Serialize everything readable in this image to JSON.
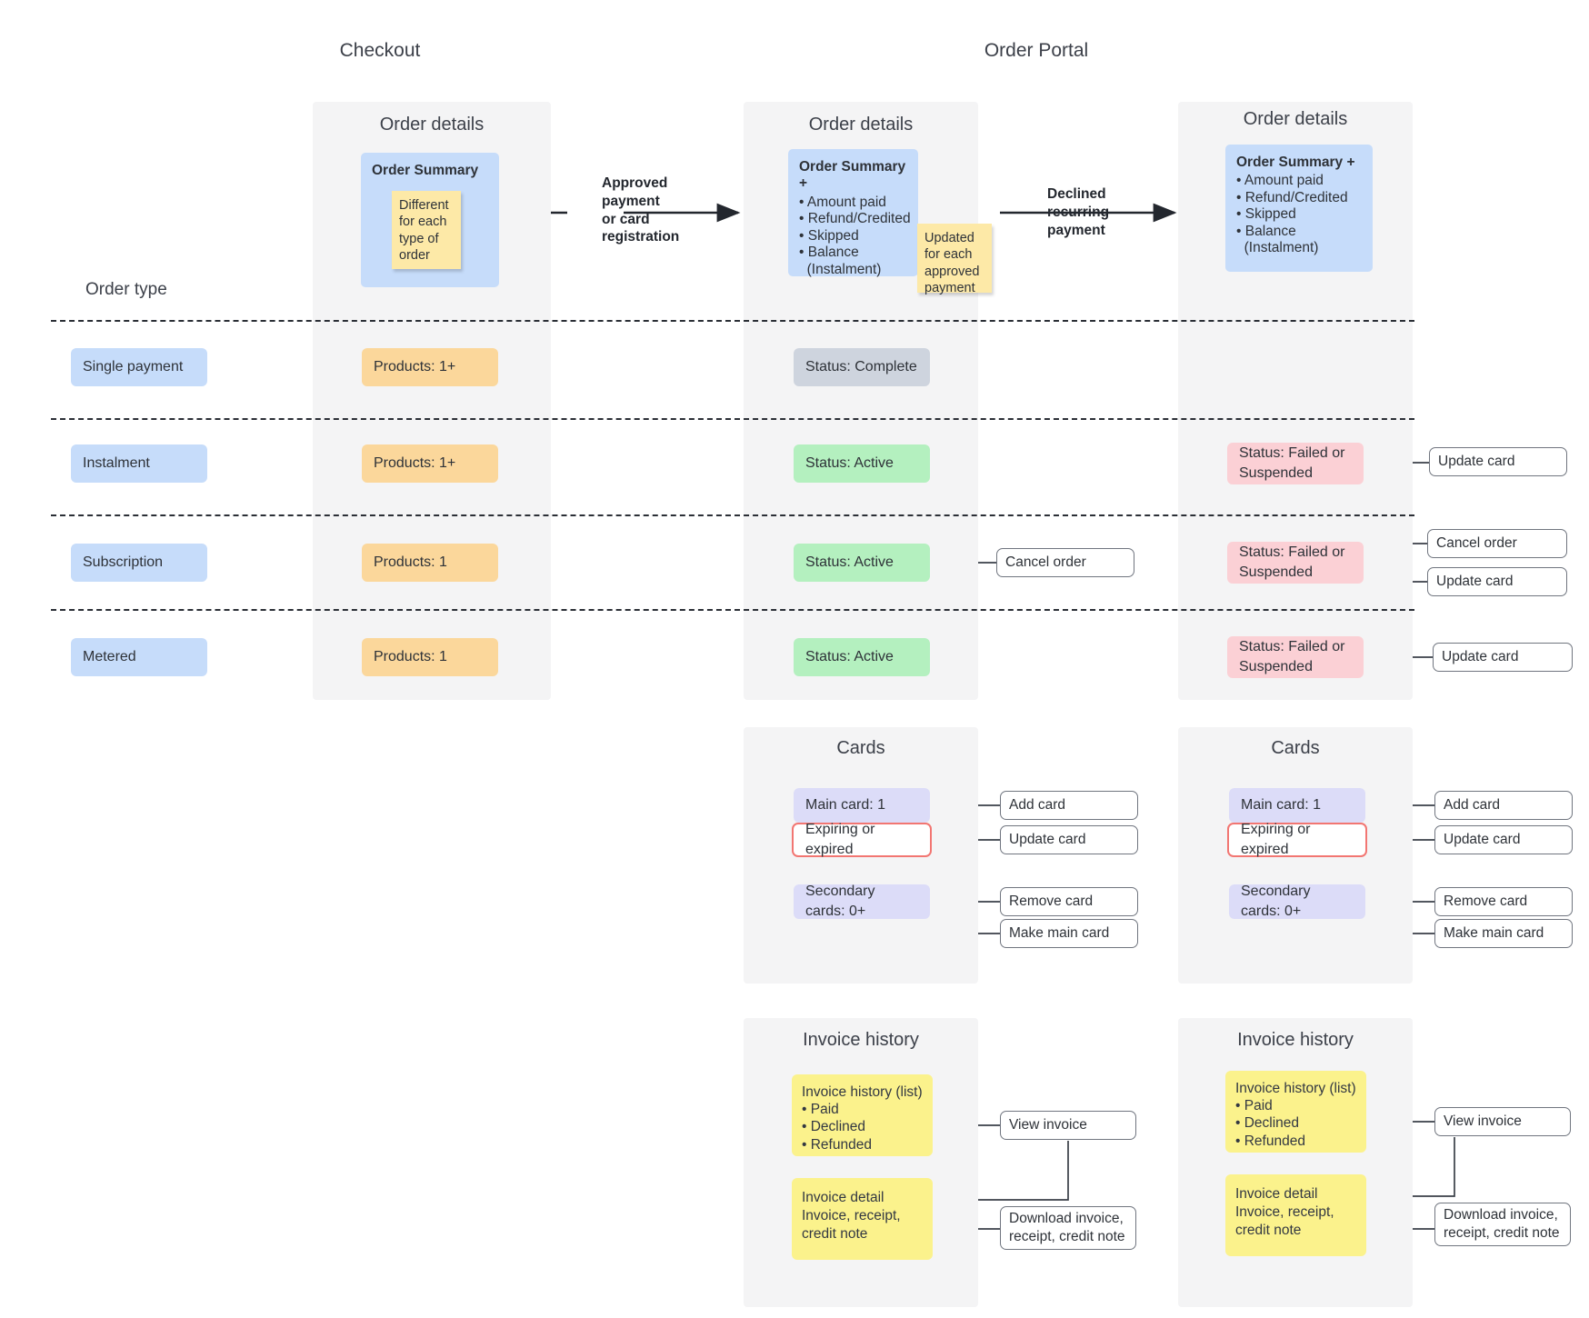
{
  "columns": {
    "checkout": "Checkout",
    "order_portal": "Order Portal"
  },
  "order_type_header": "Order type",
  "panels": {
    "order_details_checkout": "Order details",
    "order_details_portal_1": "Order details",
    "order_details_portal_2": "Order details",
    "cards_1": "Cards",
    "cards_2": "Cards",
    "invoice_history_1": "Invoice history",
    "invoice_history_2": "Invoice history"
  },
  "summaries": {
    "checkout": {
      "title": "Order Summary",
      "items": []
    },
    "portal1": {
      "title": "Order Summary +",
      "items": [
        "• Amount paid",
        "• Refund/Credited",
        "• Skipped",
        "• Balance",
        "  (Instalment)"
      ]
    },
    "portal2": {
      "title": "Order Summary +",
      "items": [
        "• Amount paid",
        "• Refund/Credited",
        "• Skipped",
        "• Balance",
        "  (Instalment)"
      ]
    }
  },
  "stickies": {
    "checkout": "Different\nfor each\ntype of\norder",
    "portal1": "Updated\nfor each\napproved\npayment"
  },
  "arrows": {
    "approved": "Approved\npayment\nor card\nregistration",
    "declined": "Declined\nrecurring\npayment"
  },
  "rows": [
    {
      "type": "Single payment",
      "products": "Products: 1+",
      "status_portal1": "Status: Complete",
      "actions_portal1": [],
      "status_portal2": "",
      "actions_portal2": []
    },
    {
      "type": "Instalment",
      "products": "Products: 1+",
      "status_portal1": "Status: Active",
      "actions_portal1": [],
      "status_portal2": "Status: Failed or\nSuspended",
      "actions_portal2": [
        "Update card"
      ]
    },
    {
      "type": "Subscription",
      "products": "Products: 1",
      "status_portal1": "Status: Active",
      "actions_portal1": [
        "Cancel order"
      ],
      "status_portal2": "Status: Failed or\nSuspended",
      "actions_portal2": [
        "Cancel order",
        "Update card"
      ]
    },
    {
      "type": "Metered",
      "products": "Products: 1",
      "status_portal1": "Status: Active",
      "actions_portal1": [],
      "status_portal2": "Status: Failed or\nSuspended",
      "actions_portal2": [
        "Update card"
      ]
    }
  ],
  "cards": {
    "main_card": "Main card: 1",
    "expiring": "Expiring or expired",
    "secondary_cards": "Secondary cards: 0+",
    "actions": {
      "add_card": "Add card",
      "update_card": "Update card",
      "remove_card": "Remove card",
      "make_main_card": "Make main card"
    }
  },
  "invoice": {
    "list_title": "Invoice history (list)",
    "list_items": [
      "• Paid",
      "• Declined",
      "• Refunded"
    ],
    "detail": "Invoice detail\nInvoice, receipt,\ncredit note",
    "actions": {
      "view_invoice": "View invoice",
      "download": "Download invoice,\nreceipt, credit note"
    }
  },
  "colors": {
    "blue": "#c6dcfa",
    "orange": "#fbd79b",
    "grey": "#ced4de",
    "green": "#b4f0bf",
    "pink": "#fbd0d5",
    "purple": "#dcdcf8",
    "yellow": "#fbf28c",
    "sticky": "#fde9a7",
    "panel": "#f4f4f5",
    "red_outline": "#f27672"
  }
}
